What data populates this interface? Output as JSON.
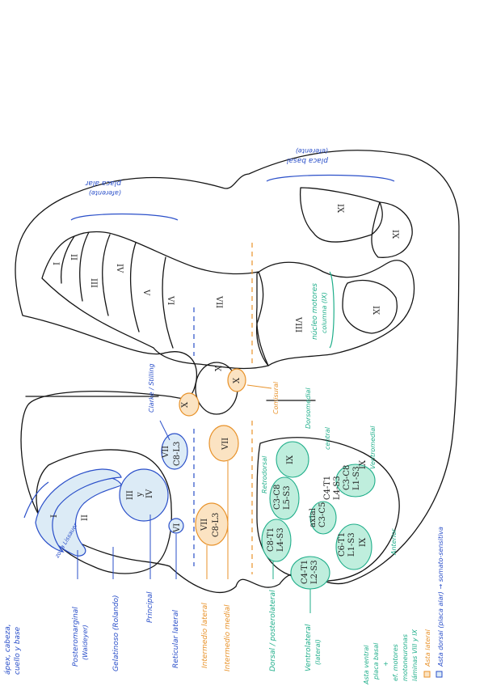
{
  "colors": {
    "ink": "#151515",
    "blue": "#2a4fc9",
    "blue_fill": "#dcebf6",
    "orange": "#e8922a",
    "orange_fill": "#fbe3c2",
    "green": "#1fae8a",
    "green_fill": "#bfeedd"
  },
  "lamina_labels": {
    "l1": "I",
    "l2": "II",
    "l3": "III",
    "l4": "IV",
    "l5": "V",
    "l6": "VI",
    "l7": "VII",
    "l8": "VIII",
    "l9a": "IX",
    "l9b": "IX",
    "l9c": "IX",
    "l10": "X",
    "d1": "I",
    "d2": "II",
    "d34a": "III",
    "d34b": "y",
    "d34c": "IV",
    "vl": "VI",
    "cl1": "VII",
    "cl2": "C8-L3",
    "cx": "X",
    "oxa": "X",
    "oxb": "X",
    "imc1": "VII",
    "imc2": "C8-L3",
    "imm": "VII",
    "g1": "C3-C8",
    "g2": "L5-S3",
    "g3": "C8-T1",
    "g4": "L4-S3",
    "g5": "IX",
    "g6": "axial",
    "g7": "C3-C5",
    "g8": "C4-T1",
    "g9": "L2-S3",
    "g10": "C6-T1",
    "g11": "L1-S3",
    "g12": "IX",
    "g13": "C3-C8",
    "g14": "L1-S3",
    "g15": "IX",
    "g16": "C4-T1",
    "g17": "L4-S3"
  },
  "labels": {
    "placa_alar_1": "placa alar",
    "placa_alar_2": "(aferente)",
    "placa_basal_1": "placa basal",
    "placa_basal_2": "(eferente)",
    "nucleo_motor_1": "núcleo motores",
    "nucleo_motor_2": "columna (IX)",
    "zona_lissauer": "zona Lissauer",
    "posteromarginal_1": "Posteromarginal",
    "posteromarginal_2": "(Waldeyer)",
    "gelatinoso": "Gelatinoso (Rolando)",
    "principal": "Principal",
    "reticular_lateral": "Reticular lateral",
    "intermedio_lateral": "Intermedio lateral",
    "intermedio_medial": "Intermedio medial",
    "dorsal_posterolateral": "Dorsal / posterolateral",
    "ventrolateral_1": "Ventrolateral",
    "ventrolateral_2": "(lateral)",
    "retrodorsal": "Retrodorsal",
    "central": "central",
    "dorsomedial": "Dorsomedial",
    "ventromedial": "Ventromedial",
    "anterior": "Anterior",
    "clarke": "Clarke / Stilling",
    "comisural": "Comisural",
    "apex_1": "ápex, cabeza,",
    "apex_2": "cuello y base",
    "asta_ventral": "Asta ventral",
    "placa_basal_note": "placa basal",
    "arrow_line": "+",
    "ef_motores": "ef. motores",
    "ef_motores_2": "motoneuronas",
    "laminas": "láminas VIII y IX",
    "asta_lateral": "Asta lateral",
    "asta_dorsal": "Asta dorsal (placa alar) → somato-sensitiva"
  }
}
